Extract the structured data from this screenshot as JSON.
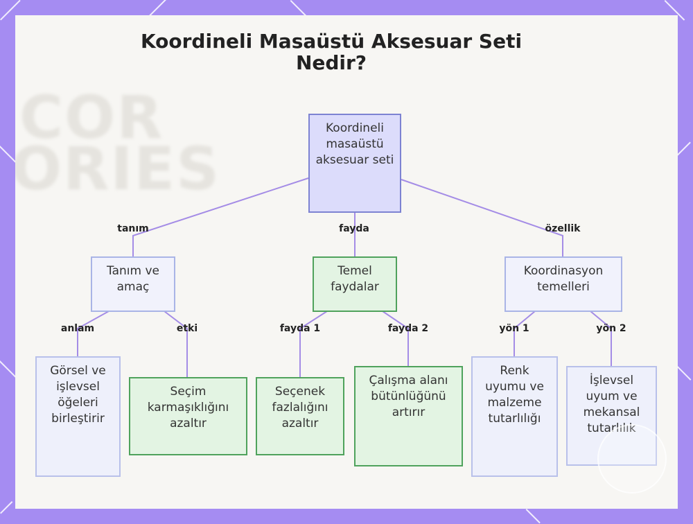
{
  "title": "Koordineli Masaüstü Aksesuar Seti Nedir?",
  "background_words": [
    "COR",
    "ORIES"
  ],
  "nodes": {
    "root": "Koordineli masaüstü aksesuar seti",
    "definition": "Tanım ve amaç",
    "benefits": "Temel faydalar",
    "foundations": "Koordinasyon temelleri",
    "combines": "Görsel ve işlevsel öğeleri birleştirir",
    "reduces_complexity": "Seçim karmaşıklığını azaltır",
    "reduces_options": "Seçenek fazlalığını azaltır",
    "increases_integrity": "Çalışma alanı bütünlüğünü artırır",
    "color_harmony": "Renk uyumu ve malzeme tutarlılığı",
    "functional_harmony": "İşlevsel uyum ve mekansal tutarlılık"
  },
  "edge_labels": {
    "tanim": "tanım",
    "fayda": "fayda",
    "ozellik": "özellik",
    "anlam": "anlam",
    "etki": "etki",
    "fayda1": "fayda 1",
    "fayda2": "fayda 2",
    "yon1": "yön 1",
    "yon2": "yön 2"
  },
  "colors": {
    "edge": "#a48ce6",
    "frame": "#a58cf2"
  }
}
